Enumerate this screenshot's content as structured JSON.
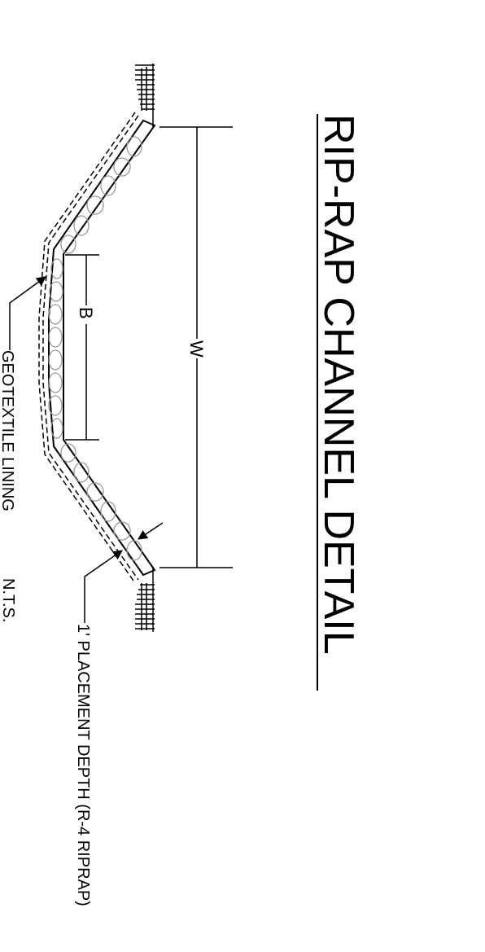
{
  "title": "RIP-RAP CHANNEL DETAIL",
  "scale_note": "N.T.S.",
  "labels": {
    "geotextile": "GEOTEXTILE LINING",
    "placement_depth": "1' PLACEMENT DEPTH (R-4 RIPRAP)",
    "bottom_width": "B",
    "top_width": "W"
  },
  "colors": {
    "line": "#000000",
    "rock_fill": "#bbbbbb",
    "background": "#ffffff"
  }
}
